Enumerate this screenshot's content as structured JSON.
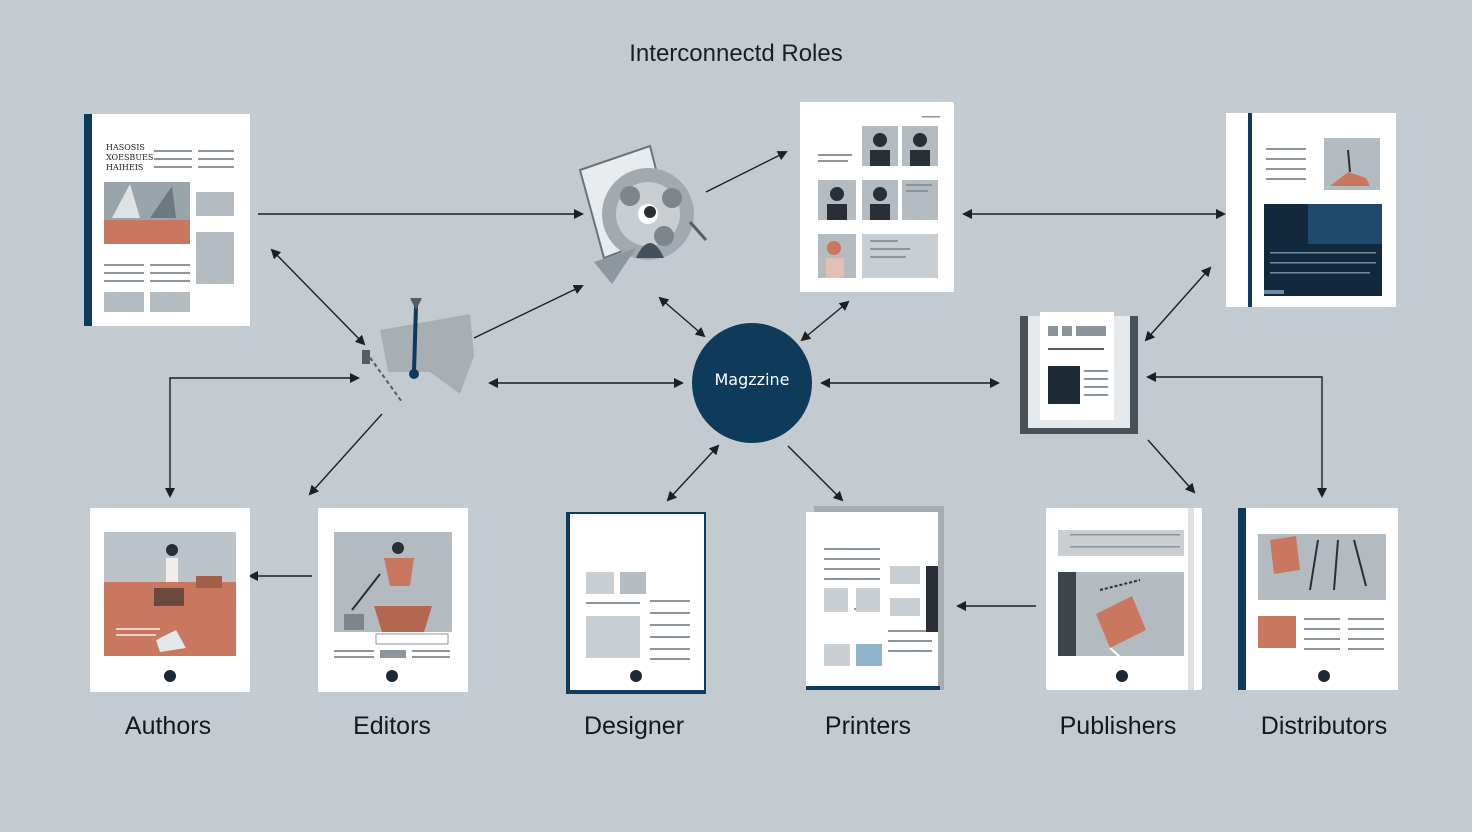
{
  "title": "Interconnectd Roles",
  "hub": {
    "label": "Magzzine"
  },
  "roles": [
    {
      "label": "Authors"
    },
    {
      "label": "Editors"
    },
    {
      "label": "Designer"
    },
    {
      "label": "Printers"
    },
    {
      "label": "Publishers"
    },
    {
      "label": "Distributors"
    }
  ],
  "page_snippets": [
    "HASOSIS",
    "XOESBUES",
    "HAIHEIS"
  ],
  "colors": {
    "background": "#c3cbd0",
    "navy": "#0e3a5c",
    "terracotta": "#c9785f",
    "gray": "#a8b0b6",
    "paper": "#ffffff"
  }
}
